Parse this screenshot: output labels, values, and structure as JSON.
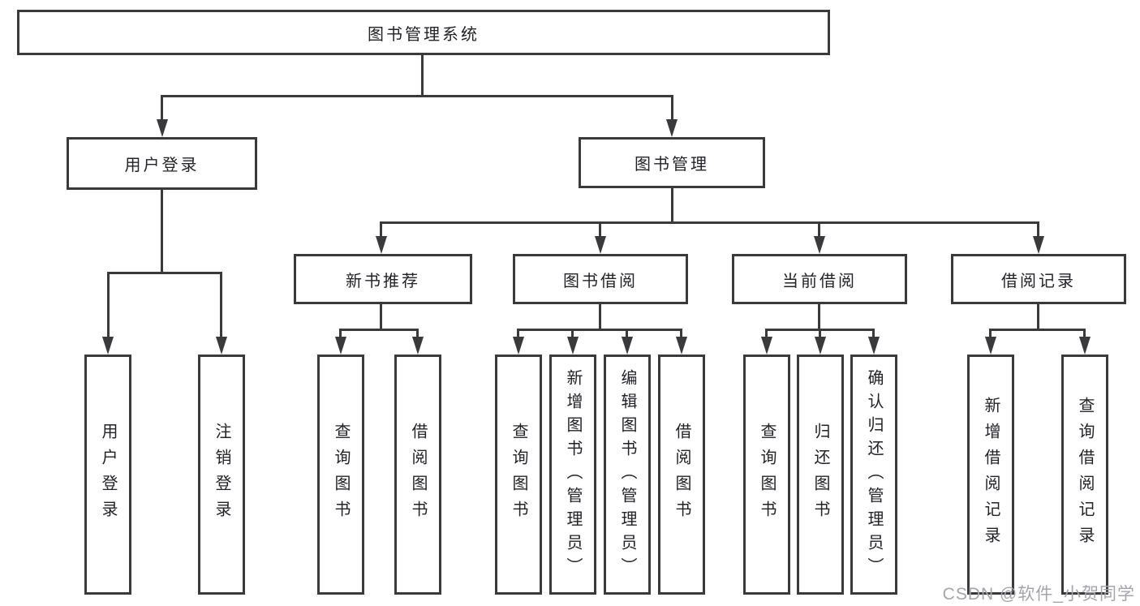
{
  "nodes": {
    "root": "图书管理系统",
    "user_login": "用户登录",
    "book_mgmt": "图书管理",
    "new_book_rec": "新书推荐",
    "book_borrow": "图书借阅",
    "current_borrow": "当前借阅",
    "borrow_records": "借阅记录",
    "leaf_user_login": "用户登录",
    "leaf_logout": "注销登录",
    "leaf_nb_query": "查询图书",
    "leaf_nb_borrow": "借阅图书",
    "leaf_bb_query": "查询图书",
    "leaf_bb_add": "新增图书（管理员）",
    "leaf_bb_edit": "编辑图书（管理员）",
    "leaf_bb_borrow": "借阅图书",
    "leaf_cb_query": "查询图书",
    "leaf_cb_return": "归还图书",
    "leaf_cb_confirm": "确认归还（管理员）",
    "leaf_br_add": "新增借阅记录",
    "leaf_br_query": "查询借阅记录"
  },
  "watermark": "CSDN @软件_小贺同学",
  "colors": {
    "line": "#3a3a3d",
    "text": "#232327",
    "watermark": "#a4a5ab",
    "background": "#ffffff"
  }
}
